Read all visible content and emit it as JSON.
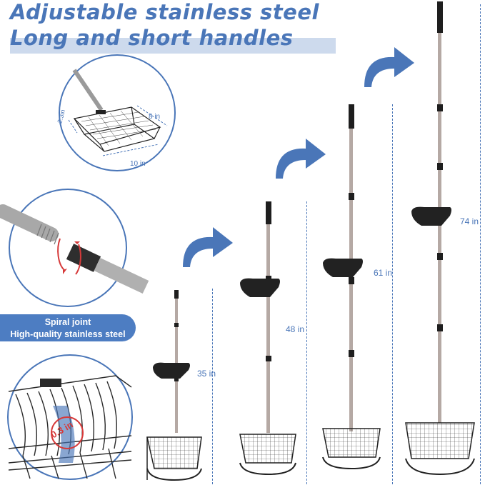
{
  "title": {
    "line1": "Adjustable stainless steel",
    "line2": "Long and short handles"
  },
  "callout": {
    "line1": "Spiral joint",
    "line2": "High-quality stainless steel"
  },
  "basket_dims": {
    "height": "2.3in",
    "depth": "8 in",
    "width": "10 in"
  },
  "gap_label": "0.3 in",
  "lengths": [
    "35 in",
    "48 in",
    "61 in",
    "74 in"
  ],
  "colors": {
    "accent": "#4a76b8",
    "band": "#b8cbe6",
    "pill": "#4d7dc2",
    "handle": "#2a2a2a",
    "rotation": "#d63a3a"
  }
}
